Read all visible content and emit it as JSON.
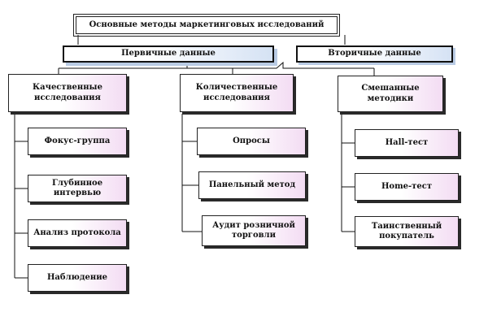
{
  "title": "Основные методы маркетинговых исследований",
  "data_types": {
    "primary": "Первичные данные",
    "secondary": "Вторичные данные"
  },
  "categories": [
    {
      "name": "Качественные исследования",
      "methods": [
        "Фокус-группа",
        "Глубинное интервью",
        "Анализ протокола",
        "Наблюдение"
      ]
    },
    {
      "name": "Количественные исследования",
      "methods": [
        "Опросы",
        "Панельный метод",
        "Аудит розничной торговли"
      ]
    },
    {
      "name": "Смешанные методики",
      "methods": [
        "Hall-тест",
        "Home-тест",
        "Таинственный покупатель"
      ]
    }
  ]
}
